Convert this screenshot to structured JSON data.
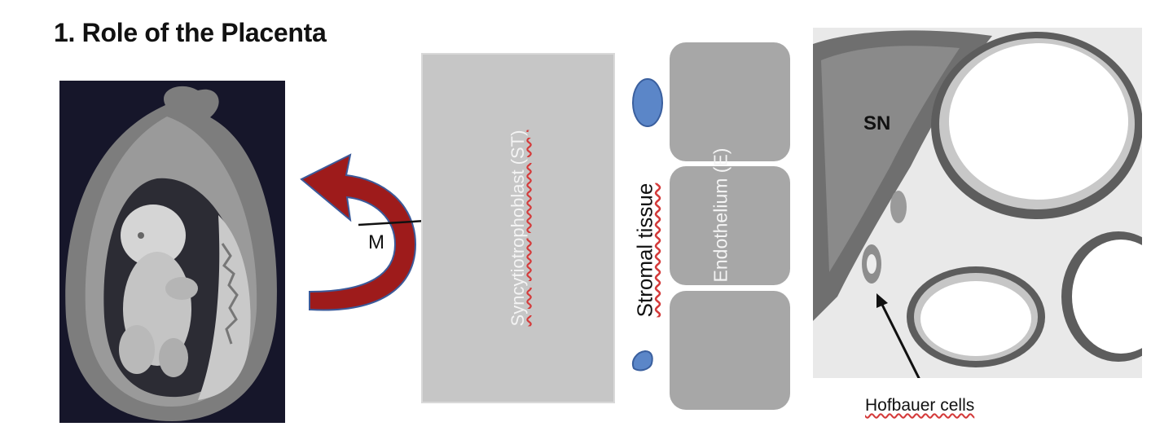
{
  "slide": {
    "title": "1. Role of the Placenta"
  },
  "labels": {
    "syncytiotrophoblast": "Syncytiotrophoblast (ST)",
    "endothelium": "Endothelium (E)",
    "stromal_tissue": "Stromal tissue",
    "m": "M",
    "sn": "SN",
    "hofbauer": "Hofbauer cells"
  },
  "colors": {
    "curved_arrow": "#9e1b1b",
    "cell_marker": "#5b86c8",
    "st_box": "#c6c6c6",
    "endothelium_box": "#a7a7a7",
    "photo_background": "#16162a"
  }
}
